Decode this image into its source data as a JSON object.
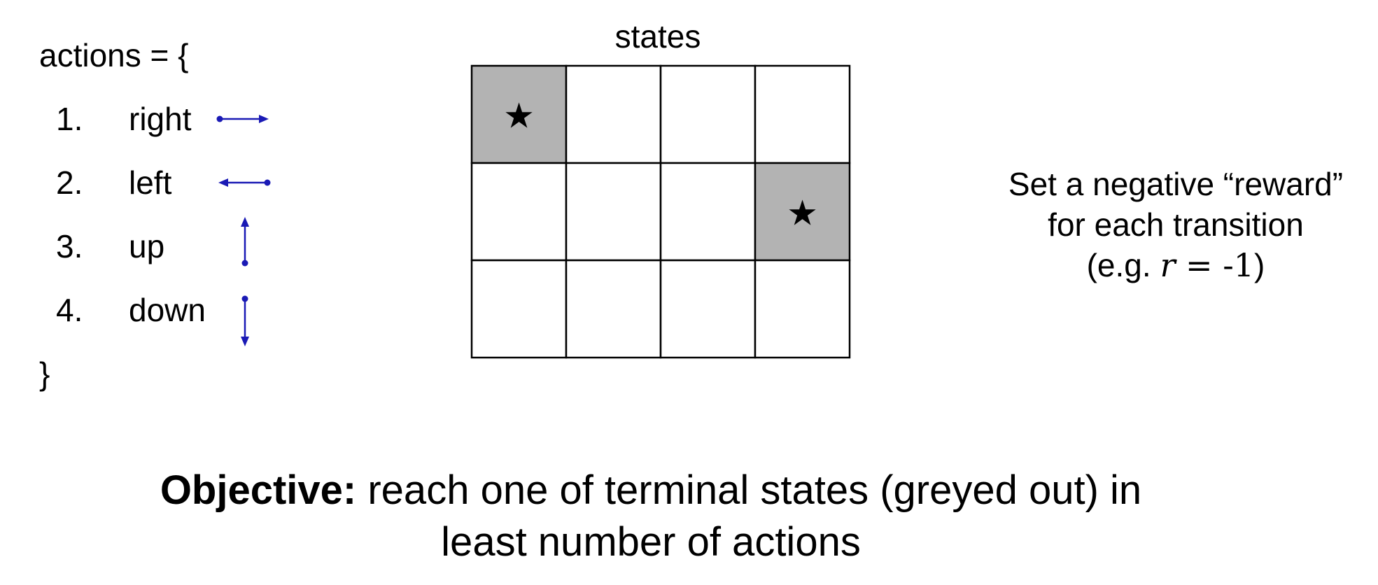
{
  "actions": {
    "open": "actions = {",
    "close": "}",
    "items": [
      {
        "number": "1.",
        "label": "right",
        "icon": "arrow-right-icon"
      },
      {
        "number": "2.",
        "label": "left",
        "icon": "arrow-left-icon"
      },
      {
        "number": "3.",
        "label": "up",
        "icon": "arrow-up-icon"
      },
      {
        "number": "4.",
        "label": "down",
        "icon": "arrow-down-icon"
      }
    ]
  },
  "states": {
    "title": "states",
    "rows": 3,
    "cols": 4,
    "terminal_cells": [
      [
        0,
        0
      ],
      [
        1,
        3
      ]
    ],
    "terminal_symbol": "★",
    "terminal_fill": "#b3b3b3"
  },
  "note": {
    "line1": "Set a negative “reward”",
    "line2": "for each transition",
    "line3_prefix": "(e.g. ",
    "line3_var": "r",
    "line3_eq": " = ",
    "line3_value": "-1",
    "line3_suffix": ")"
  },
  "objective": {
    "bold": "Objective:",
    "line1_rest": " reach one of terminal states (greyed out) in",
    "line2": "least number of actions"
  },
  "colors": {
    "arrow": "#1a1ab5",
    "grid_line": "#000000"
  }
}
